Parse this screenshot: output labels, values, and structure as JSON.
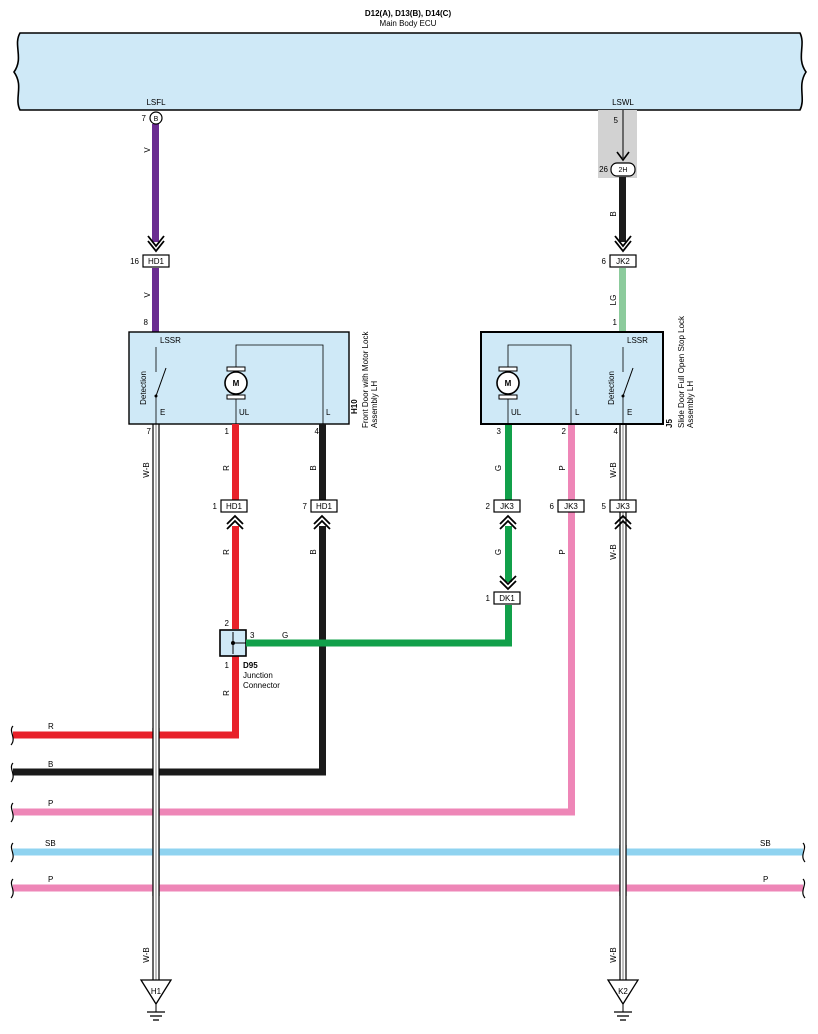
{
  "ecu": {
    "connectors": "D12(A), D13(B), D14(C)",
    "name": "Main Body ECU",
    "pin_lsfl": "LSFL",
    "pin_lswl": "LSWL",
    "pin7": "7",
    "pin7_conn": "B",
    "pin5": "5",
    "pin26": "26",
    "pin26_conn": "2H"
  },
  "wires": {
    "v1": "V",
    "v2": "V",
    "b1": "B",
    "lg": "LG",
    "r1": "R",
    "r2": "R",
    "r3": "R",
    "b2": "B",
    "b3": "B",
    "wb1": "W-B",
    "wb2": "W-B",
    "wb3": "W-B",
    "wb4": "W-B",
    "g1": "G",
    "g2": "G",
    "g3": "G",
    "p1": "P",
    "p2": "P"
  },
  "connectors": {
    "hd1_top": {
      "label": "HD1",
      "pin": "16"
    },
    "jk2": {
      "label": "JK2",
      "pin": "6"
    },
    "hd1_r": {
      "label": "HD1",
      "pin": "1"
    },
    "hd1_b": {
      "label": "HD1",
      "pin": "7"
    },
    "jk3_g": {
      "label": "JK3",
      "pin": "2"
    },
    "jk3_p": {
      "label": "JK3",
      "pin": "6"
    },
    "jk3_wb": {
      "label": "JK3",
      "pin": "5"
    },
    "dk1": {
      "label": "DK1",
      "pin": "1"
    }
  },
  "h10": {
    "id": "H10",
    "name_line1": "Front Door with Motor Lock",
    "name_line2": "Assembly LH",
    "lssr": "LSSR",
    "detection": "Detection",
    "motor": "M",
    "e": "E",
    "ul": "UL",
    "l": "L",
    "pin8": "8",
    "pin7": "7",
    "pin1": "1",
    "pin4": "4"
  },
  "j5": {
    "id": "J5",
    "name_line1": "Slide Door Full Open Stop Lock",
    "name_line2": "Assembly LH",
    "lssr": "LSSR",
    "detection": "Detection",
    "motor": "M",
    "e": "E",
    "ul": "UL",
    "l": "L",
    "pin1": "1",
    "pin3": "3",
    "pin2": "2",
    "pin4": "4"
  },
  "d95": {
    "id": "D95",
    "name_line1": "Junction",
    "name_line2": "Connector",
    "pin2": "2",
    "pin3": "3",
    "pin1": "1"
  },
  "bus": {
    "r": "R",
    "b": "B",
    "p1": "P",
    "sb_left": "SB",
    "sb_right": "SB",
    "p2_left": "P",
    "p2_right": "P"
  },
  "grounds": {
    "h1": "H1",
    "k2": "K2"
  },
  "colors": {
    "violet": "#6a2c91",
    "black": "#1a1a1a",
    "red": "#e8212a",
    "green": "#11a04a",
    "pink": "#ee86b7",
    "sky": "#8fd3f0",
    "lightgreen": "#8ccb9c",
    "box": "#cfe9f7",
    "shade": "#d2d2d2"
  }
}
